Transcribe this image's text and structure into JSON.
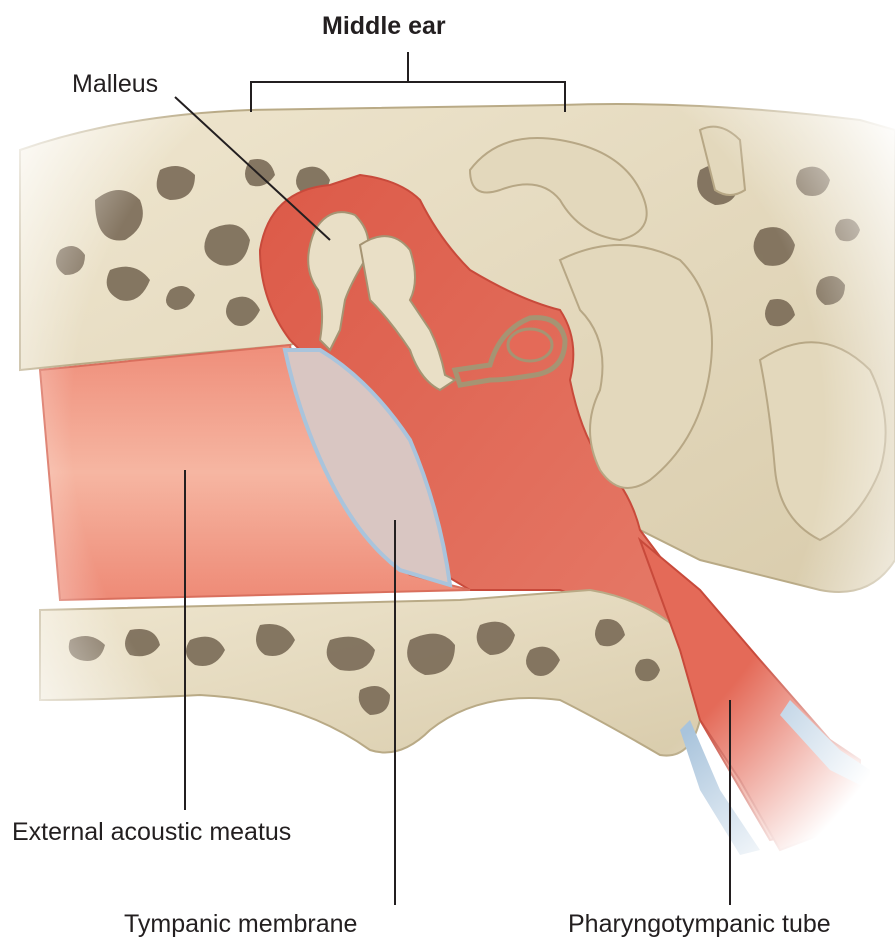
{
  "figure": {
    "title": "Middle ear",
    "labels": {
      "malleus": "Malleus",
      "external_acoustic_meatus": "External acoustic meatus",
      "tympanic_membrane": "Tympanic membrane",
      "pharyngotympanic_tube": "Pharyngotympanic tube"
    }
  },
  "colors": {
    "bone": "#e9dfc6",
    "bone_shadow": "#cfc3a3",
    "marrow": "#7a6b57",
    "mucosa_red": "#e46a58",
    "mucosa_light": "#f2a08f",
    "canal_skin": "#f4b39f",
    "membrane": "#d9c6c2",
    "blue_layer": "#a9c4dc",
    "leader_line": "#231f20"
  }
}
